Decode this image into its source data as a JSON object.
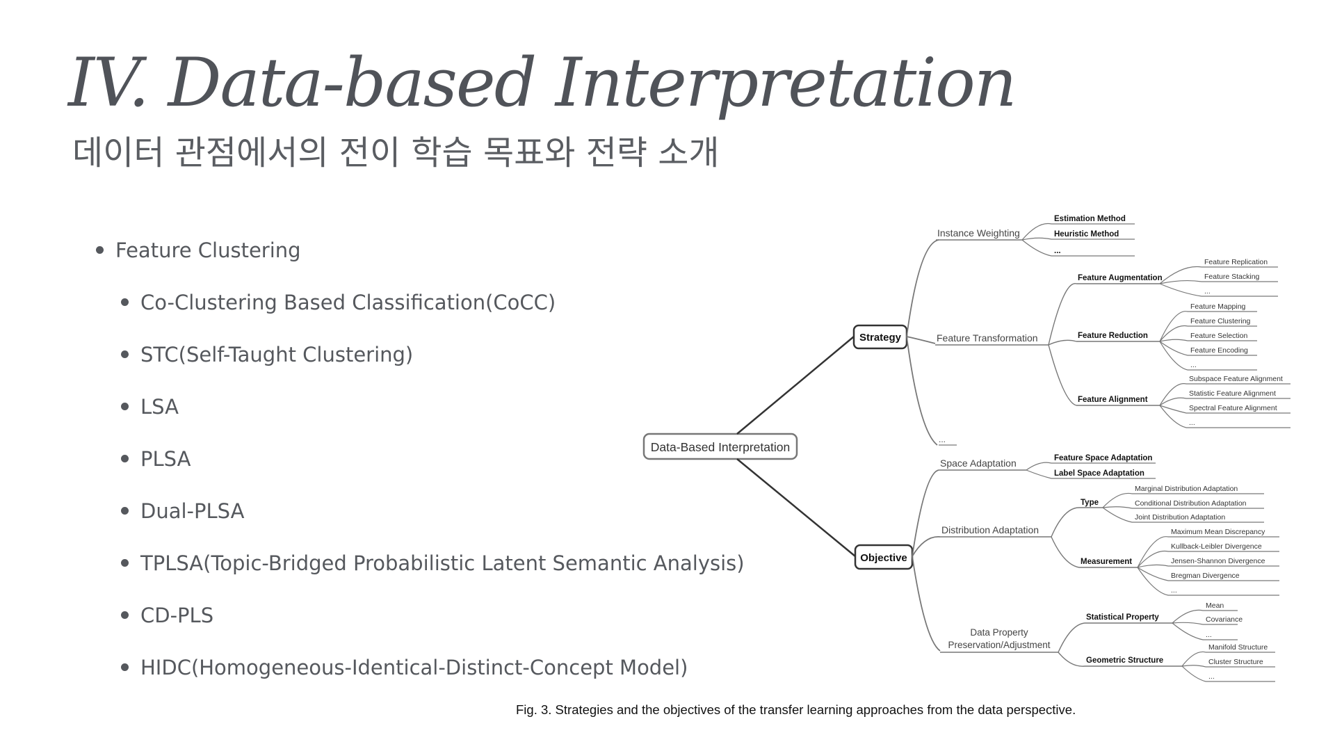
{
  "slide": {
    "title": "IV. Data-based Interpretation",
    "subtitle": "데이터 관점에서의 전이 학습 목표와 전략 소개",
    "bullets": [
      {
        "text": "Feature Clustering",
        "level": 0
      },
      {
        "text": "Co-Clustering Based Classification(CoCC)",
        "level": 1
      },
      {
        "text": "STC(Self-Taught Clustering)",
        "level": 1
      },
      {
        "text": "LSA",
        "level": 1
      },
      {
        "text": "PLSA",
        "level": 1
      },
      {
        "text": "Dual-PLSA",
        "level": 1
      },
      {
        "text": "TPLSA(Topic-Bridged Probabilistic Latent Semantic Analysis)",
        "level": 1
      },
      {
        "text": "CD-PLS",
        "level": 1
      },
      {
        "text": "HIDC(Homogeneous-Identical-Distinct-Concept Model)",
        "level": 1
      }
    ]
  },
  "figure": {
    "root": "Data-Based Interpretation",
    "strategy": {
      "label": "Strategy",
      "instance_weighting": {
        "label": "Instance Weighting",
        "items": [
          "Estimation Method",
          "Heuristic Method",
          "..."
        ]
      },
      "feature_transformation": {
        "label": "Feature Transformation",
        "augmentation": {
          "label": "Feature Augmentation",
          "items": [
            "Feature Replication",
            "Feature Stacking",
            "..."
          ]
        },
        "reduction": {
          "label": "Feature Reduction",
          "items": [
            "Feature Mapping",
            "Feature Clustering",
            "Feature Selection",
            "Feature Encoding",
            "..."
          ]
        },
        "alignment": {
          "label": "Feature Alignment",
          "items": [
            "Subspace Feature Alignment",
            "Statistic Feature Alignment",
            "Spectral Feature Alignment",
            "..."
          ]
        }
      },
      "more": "..."
    },
    "objective": {
      "label": "Objective",
      "space_adaptation": {
        "label": "Space Adaptation",
        "items": [
          "Feature Space Adaptation",
          "Label Space Adaptation"
        ]
      },
      "distribution_adaptation": {
        "label": "Distribution Adaptation",
        "type": {
          "label": "Type",
          "items": [
            "Marginal Distribution Adaptation",
            "Conditional Distribution Adaptation",
            "Joint Distribution Adaptation"
          ]
        },
        "measurement": {
          "label": "Measurement",
          "items": [
            "Maximum Mean Discrepancy",
            "Kullback-Leibler Divergence",
            "Jensen-Shannon Divergence",
            "Bregman Divergence",
            "..."
          ]
        }
      },
      "data_property": {
        "label_line1": "Data Property",
        "label_line2": "Preservation/Adjustment",
        "statistical": {
          "label": "Statistical Property",
          "items": [
            "Mean",
            "Covariance",
            "..."
          ]
        },
        "geometric": {
          "label": "Geometric Structure",
          "items": [
            "Manifold Structure",
            "Cluster Structure",
            "..."
          ]
        }
      }
    },
    "caption": "Fig. 3. Strategies and the objectives of the transfer learning approaches from the data perspective."
  }
}
